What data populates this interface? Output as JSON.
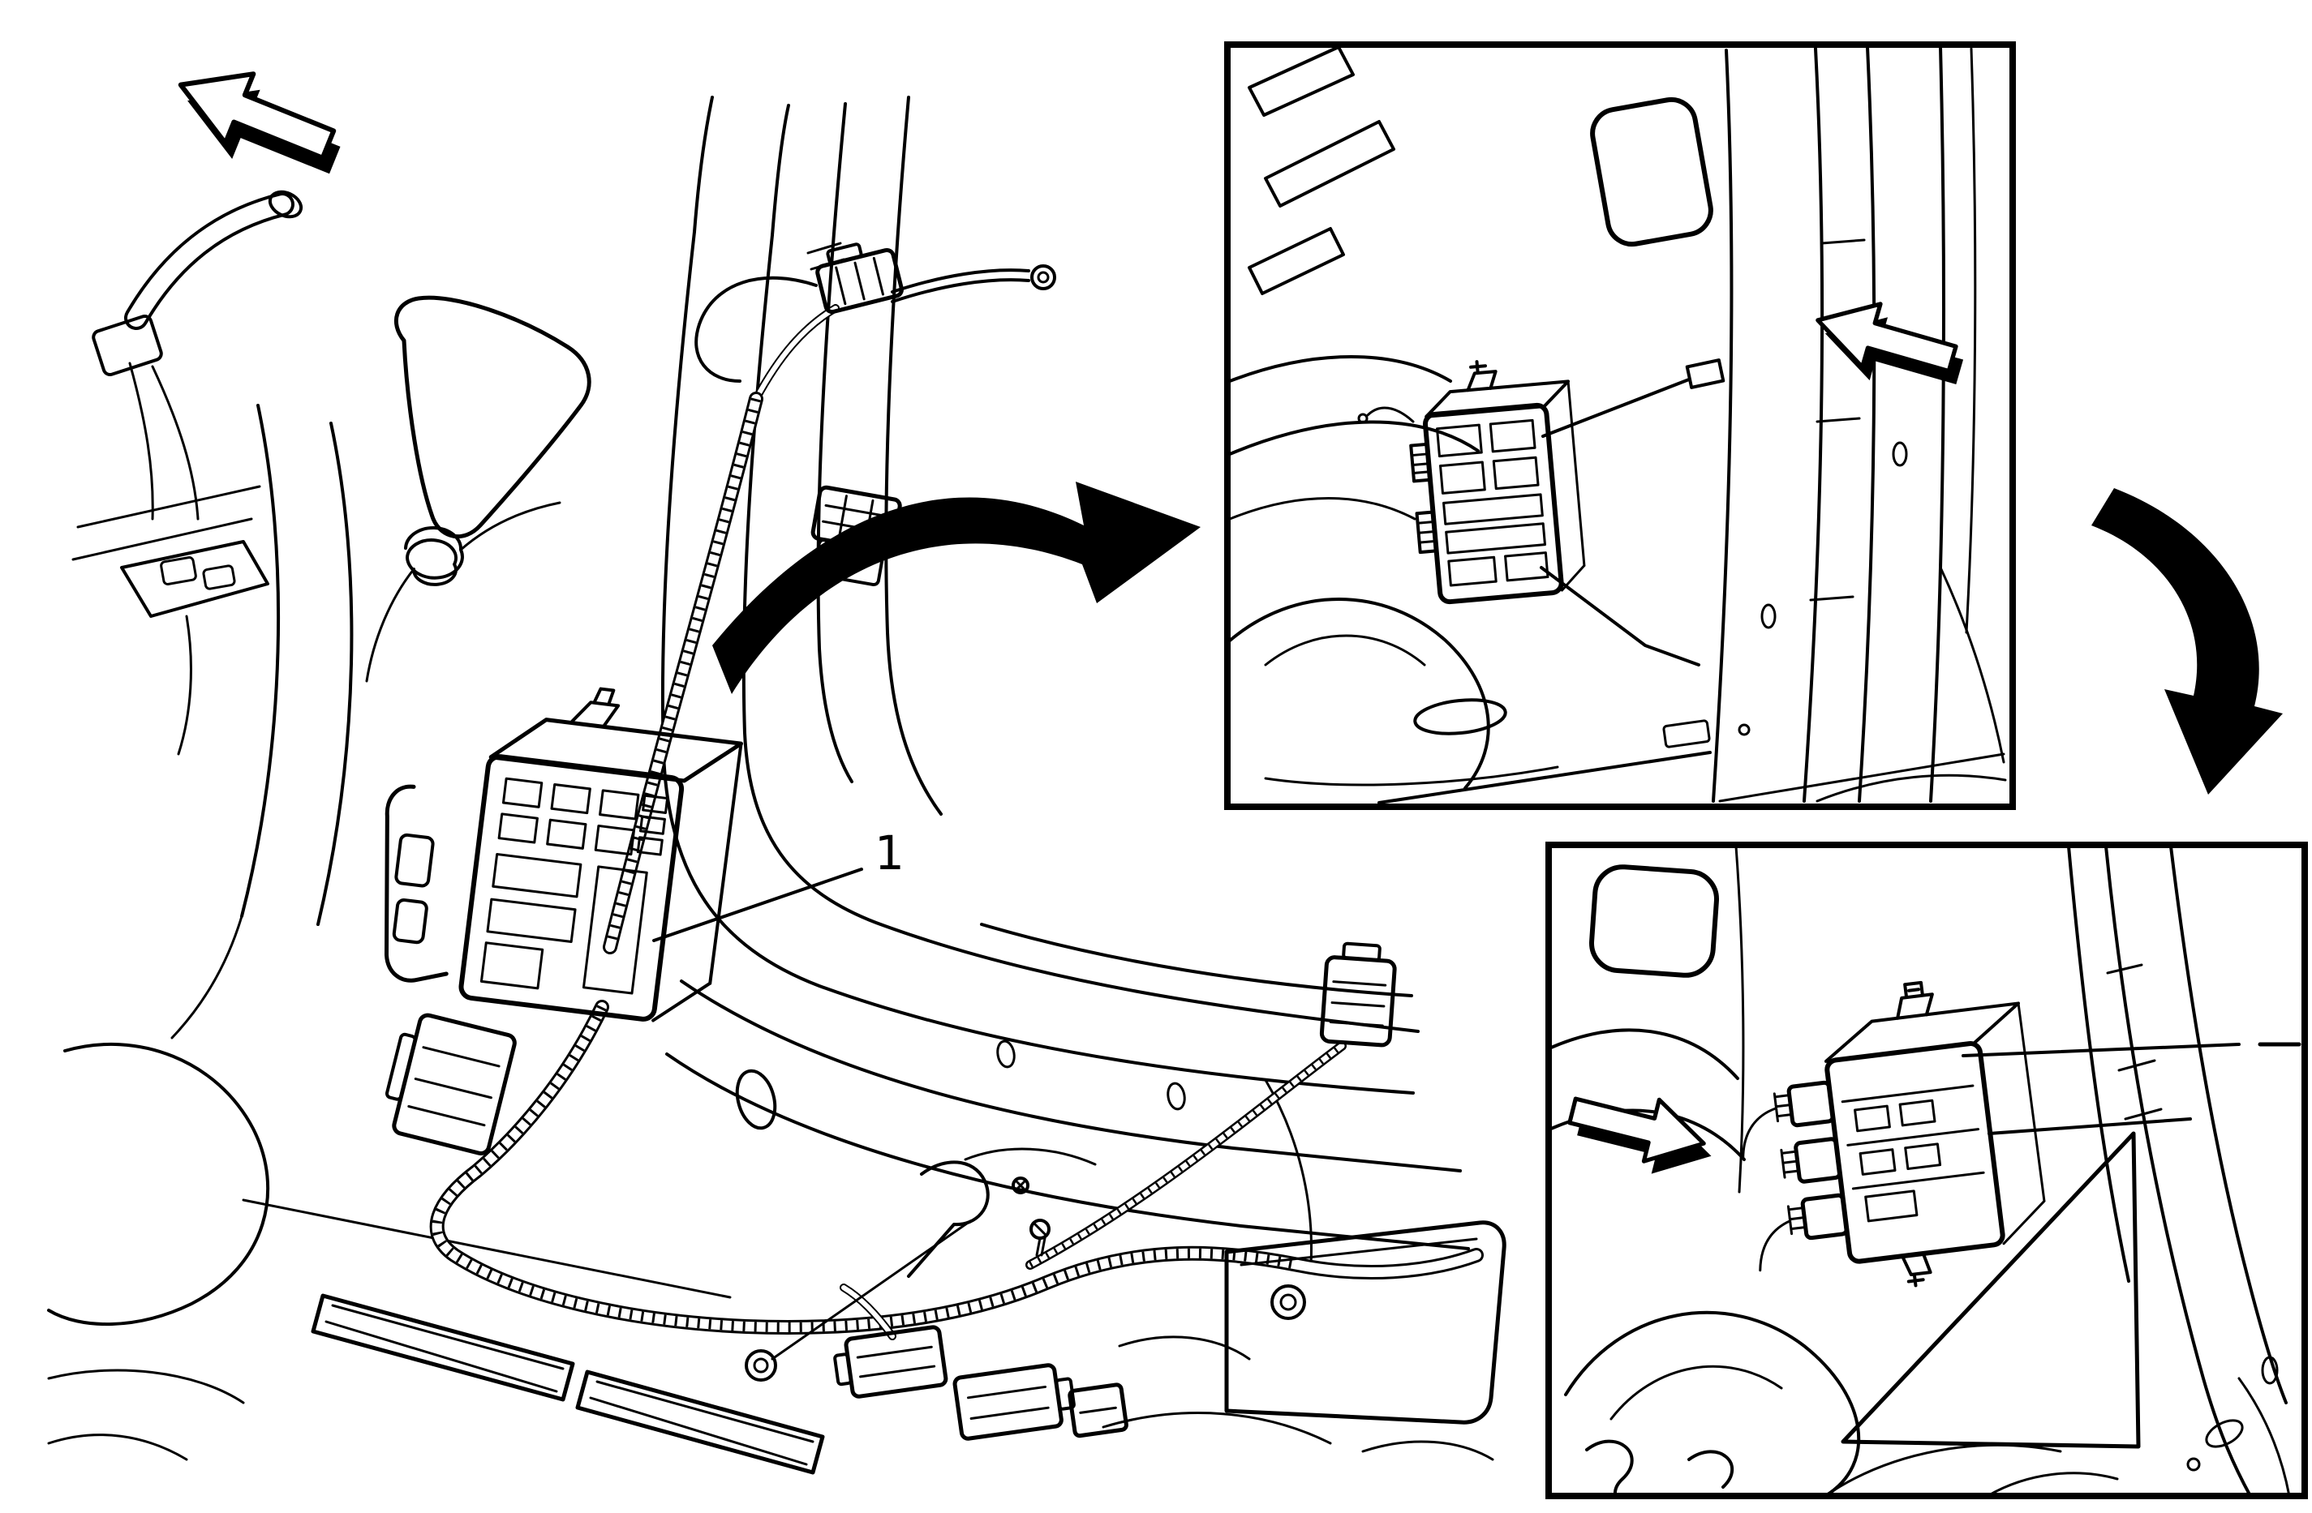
{
  "callouts": {
    "component": "1"
  },
  "icons": {
    "back_arrow": "outline-3d-arrow-up-left",
    "inset_top_arrow": "outline-3d-arrow-left",
    "inset_bottom_arrow": "outline-3d-arrow-right",
    "zoom_arrow_main_to_top": "solid-curved-arrow-up-right",
    "zoom_arrow_top_to_bottom": "solid-curved-arrow-down"
  },
  "colors": {
    "line": "#000000",
    "background": "#ffffff"
  }
}
